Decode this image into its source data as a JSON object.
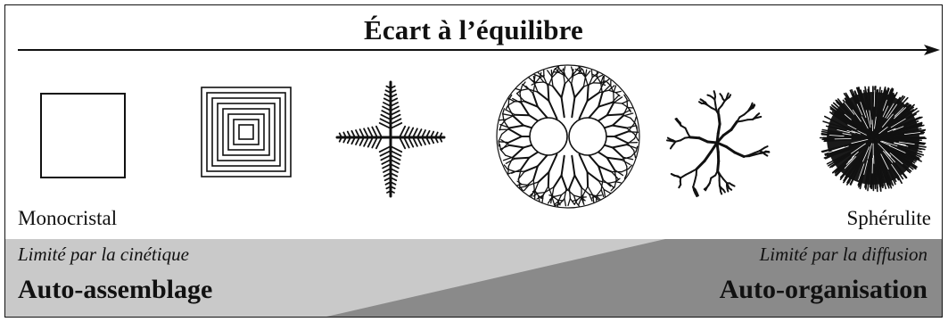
{
  "title": "Écart à l’équilibre",
  "forms": [
    {
      "name": "monocristal",
      "icon": "square-crystal-icon"
    },
    {
      "name": "concentric",
      "icon": "concentric-squares-icon"
    },
    {
      "name": "dendrite",
      "icon": "cross-dendrite-icon"
    },
    {
      "name": "circular-dendrite",
      "icon": "circular-branching-icon"
    },
    {
      "name": "fractal-aggregate",
      "icon": "fractal-aggregate-icon"
    },
    {
      "name": "spherulite",
      "icon": "spherulite-icon"
    }
  ],
  "labels": {
    "left": "Monocristal",
    "right": "Sphérulite"
  },
  "regimes": {
    "left": {
      "qualifier": "Limité par la cinétique",
      "name": "Auto-assemblage"
    },
    "right": {
      "qualifier": "Limité par la diffusion",
      "name": "Auto-organisation"
    }
  },
  "colors": {
    "band_light": "#c9c9c9",
    "band_dark": "#8a8a8a",
    "ink": "#111111"
  }
}
